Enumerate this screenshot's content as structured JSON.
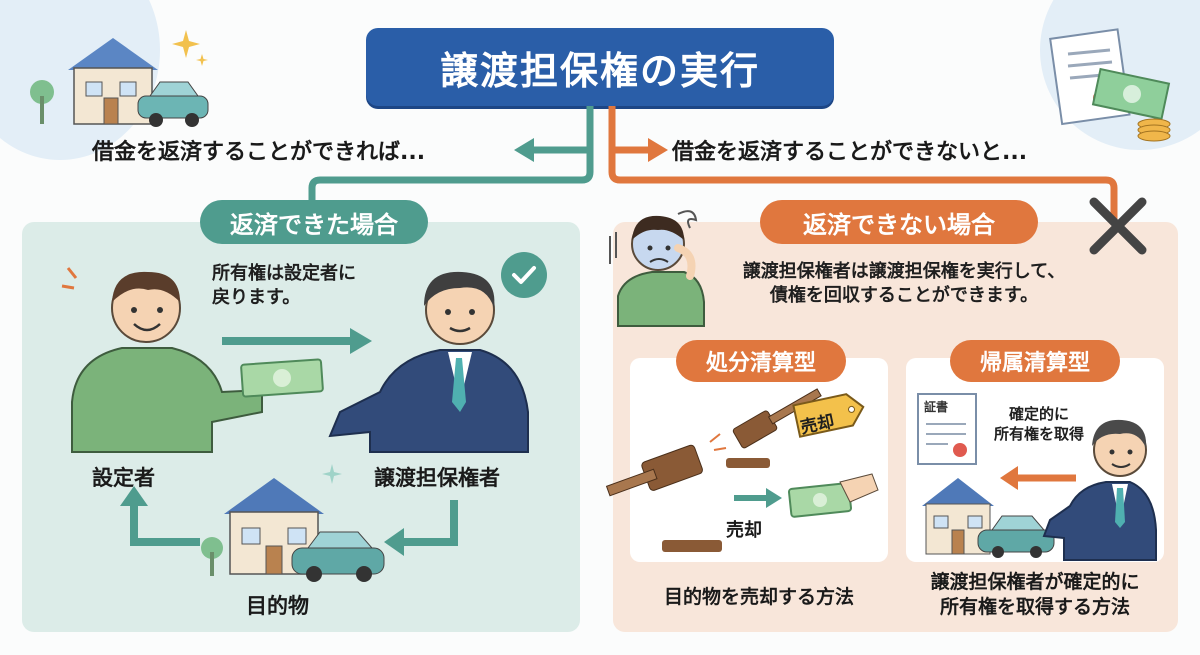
{
  "title": "譲渡担保権の実行",
  "left_branch": {
    "caption": "借金を返済することができれば...",
    "badge": "返済できた場合",
    "note_line1": "所有権は設定者に",
    "note_line2": "戻ります。",
    "setter_label": "設定者",
    "holder_label": "譲渡担保権者",
    "object_label": "目的物"
  },
  "right_branch": {
    "caption": "借金を返済することができないと...",
    "badge": "返済できない場合",
    "note_line1": "譲渡担保権者は譲渡担保権を実行して、",
    "note_line2": "債権を回収することができます。",
    "disposal": {
      "badge": "処分清算型",
      "tag": "売却",
      "sale_label": "売却",
      "desc": "目的物を売却する方法"
    },
    "vesting": {
      "badge": "帰属清算型",
      "certificate": "証書",
      "acquire_line1": "確定的に",
      "acquire_line2": "所有権を取得",
      "desc_line1": "譲渡担保権者が確定的に",
      "desc_line2": "所有権を取得する方法"
    }
  },
  "colors": {
    "title_bg": "#2a5ea8",
    "teal": "#4f9c8e",
    "orange": "#e0773e",
    "left_panel": "#dcece8",
    "right_panel": "#f8e6da"
  }
}
